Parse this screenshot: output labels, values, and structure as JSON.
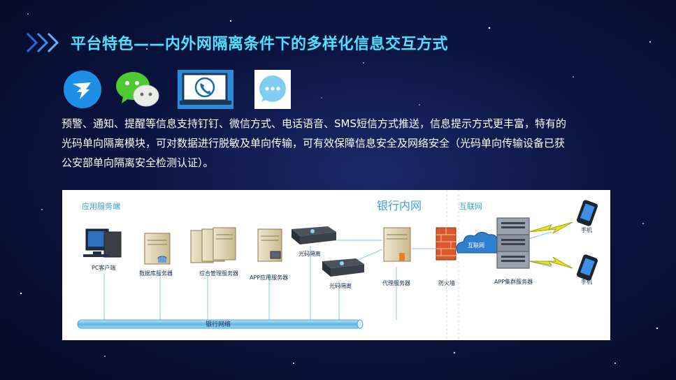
{
  "header": {
    "title": "平台特色——内外网隔离条件下的多样化信息交互方式"
  },
  "icons": [
    {
      "name": "dingtalk-icon"
    },
    {
      "name": "wechat-icon"
    },
    {
      "name": "phone-call-icon"
    },
    {
      "name": "sms-icon"
    }
  ],
  "description": {
    "line1": "预警、通知、提醒等信息支持钉钉、微信方式、电话语音、SMS短信方式推送，信息提示方式更丰富，特有的",
    "line2": "光码单向隔离模块，可对数据进行脱敏及单向传输，可有效保障信息安全及网络安全（光码单向传输设备已获",
    "line3": "公安部单向隔离安全检测认证）。"
  },
  "diagram": {
    "zone_app": "应用服务端",
    "zone_bank": "银行内网",
    "zone_internet": "互联网",
    "pc_client": "PC客户端",
    "db_server": "数据库服务器",
    "mgmt_server": "综合管理服务器",
    "app_server": "APP应用服务器",
    "optical_iso_1": "光码隔离",
    "optical_iso_2": "光码隔离",
    "proxy_server": "代理服务器",
    "firewall": "防火墙",
    "internet_cloud": "互联网",
    "app_cluster": "APP集群服务器",
    "phone_1": "手机",
    "phone_2": "手机",
    "bank_network": "银行网络"
  },
  "colors": {
    "title": "#4fe0ff",
    "zone_label": "#3aa0e0",
    "line": "#7fc8ea"
  }
}
